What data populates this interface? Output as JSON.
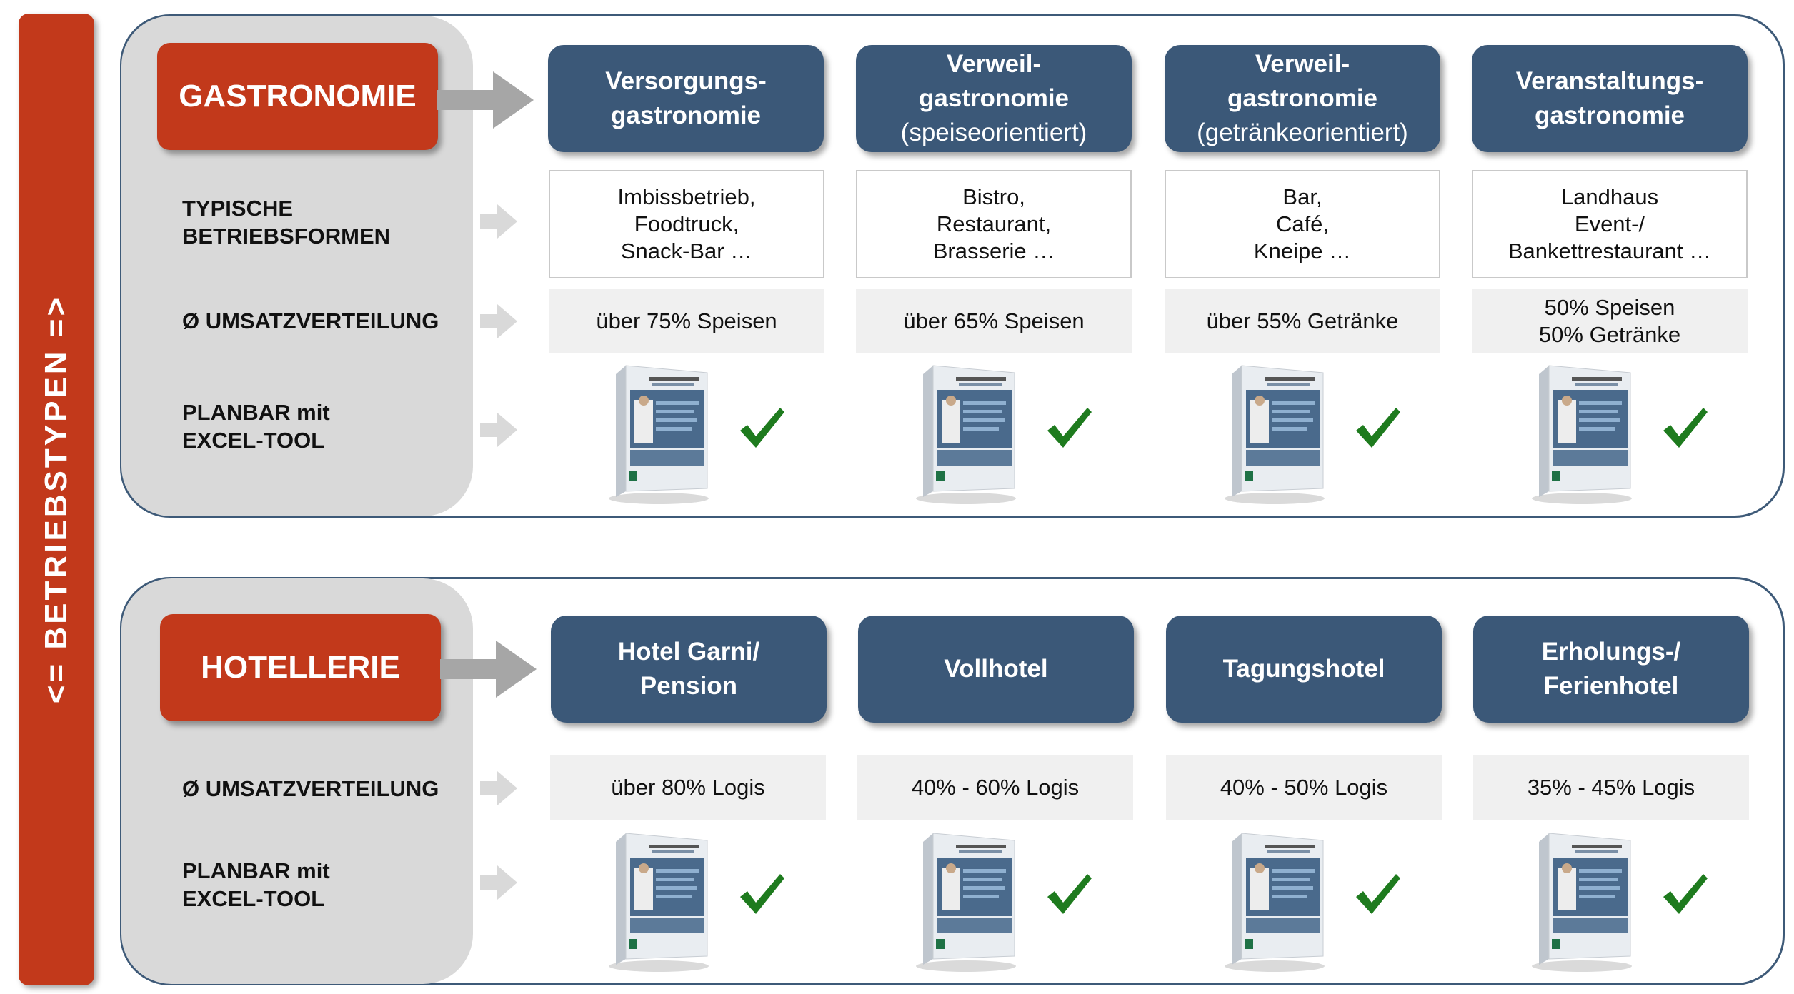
{
  "sidebar": {
    "label": "<=  BETRIEBSTYPEN  =>"
  },
  "colors": {
    "red": "#C2391B",
    "blue": "#3B5878",
    "panel": "#D9D9D9",
    "check": "#1E7B1E"
  },
  "gastronomie": {
    "title": "GASTRONOMIE",
    "row_labels": {
      "formen_1": "TYPISCHE",
      "formen_2": "BETRIEBSFORMEN",
      "umsatz": "Ø UMSATZVERTEILUNG",
      "planbar_1": "PLANBAR mit",
      "planbar_2": "EXCEL-TOOL"
    },
    "types": [
      {
        "line1": "Versorgungs-",
        "line2": "gastronomie",
        "line3": "",
        "formen": [
          "Imbissbetrieb,",
          "Foodtruck,",
          "Snack-Bar …"
        ],
        "umsatz": [
          "über 75% Speisen"
        ]
      },
      {
        "line1": "Verweil-",
        "line2": "gastronomie",
        "line3": "(speiseorientiert)",
        "formen": [
          "Bistro,",
          "Restaurant,",
          "Brasserie …"
        ],
        "umsatz": [
          "über 65% Speisen"
        ]
      },
      {
        "line1": "Verweil-",
        "line2": "gastronomie",
        "line3": "(getränkeorientiert)",
        "formen": [
          "Bar,",
          "Café,",
          "Kneipe …"
        ],
        "umsatz": [
          "über 55% Getränke"
        ]
      },
      {
        "line1": "Veranstaltungs-",
        "line2": "gastronomie",
        "line3": "",
        "formen": [
          "Landhaus",
          "Event-/",
          "Bankettrestaurant …"
        ],
        "umsatz": [
          "50% Speisen",
          "50% Getränke"
        ]
      }
    ]
  },
  "hotellerie": {
    "title": "HOTELLERIE",
    "row_labels": {
      "umsatz": "Ø UMSATZVERTEILUNG",
      "planbar_1": "PLANBAR mit",
      "planbar_2": "EXCEL-TOOL"
    },
    "types": [
      {
        "line1": "Hotel Garni/",
        "line2": "Pension",
        "umsatz": "über 80% Logis"
      },
      {
        "line1": "Vollhotel",
        "line2": "",
        "umsatz": "40% - 60% Logis"
      },
      {
        "line1": "Tagungshotel",
        "line2": "",
        "umsatz": "40% - 50% Logis"
      },
      {
        "line1": "Erholungs-/",
        "line2": "Ferienhotel",
        "umsatz": "35% - 45% Logis"
      }
    ]
  }
}
